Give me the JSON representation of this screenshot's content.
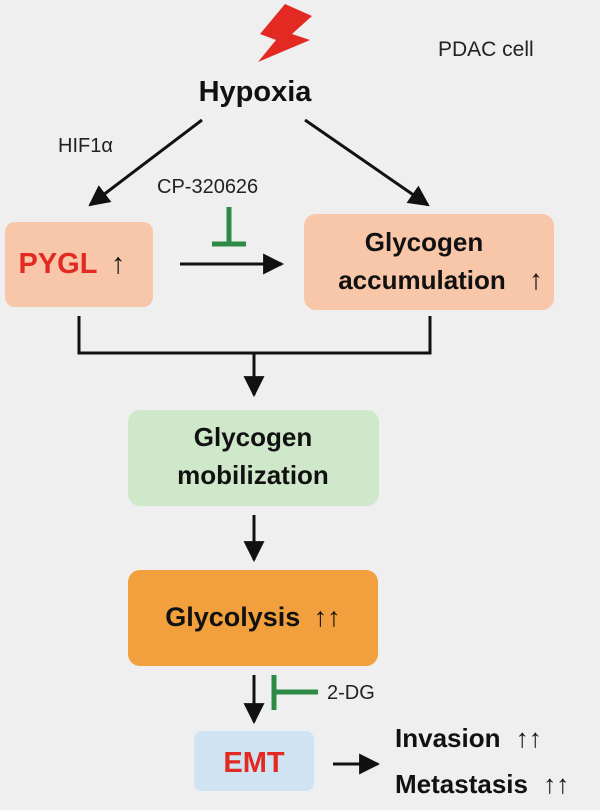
{
  "context_label": "PDAC cell",
  "hypoxia": {
    "label": "Hypoxia",
    "icon": "lightning-bolt-icon"
  },
  "edge_labels": {
    "hif1a": "HIF1α",
    "cp320626": "CP-320626",
    "twodg": "2-DG"
  },
  "nodes": {
    "pygl": {
      "label": "PYGL",
      "arrow": "↑"
    },
    "glycogen_accumulation": {
      "line1": "Glycogen",
      "line2": "accumulation",
      "arrow": "↑"
    },
    "glycogen_mobilization": {
      "line1": "Glycogen",
      "line2": "mobilization"
    },
    "glycolysis": {
      "label": "Glycolysis",
      "arrow": "↑↑"
    },
    "emt": {
      "label": "EMT"
    }
  },
  "outcomes": [
    {
      "label": "Invasion",
      "arrow": "↑↑"
    },
    {
      "label": "Metastasis",
      "arrow": "↑↑"
    }
  ],
  "colors": {
    "background": "#efefef",
    "red_text": "#e32a22",
    "inhibit_green": "#2e8b46",
    "pygl_box": "#f8c6a8",
    "accumulation_box": "#f8c6a8",
    "mobilization_box": "#cfe8c9",
    "glycolysis_box": "#f2a03d",
    "emt_box": "#cfe3f3",
    "arrow": "#111111"
  }
}
